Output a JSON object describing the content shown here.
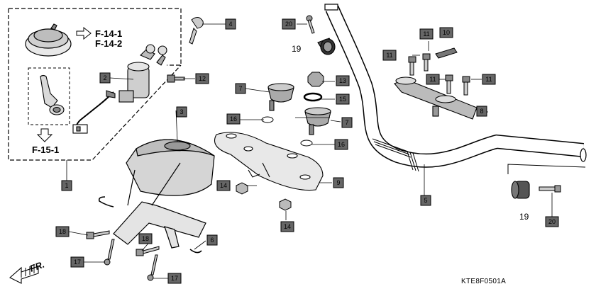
{
  "diagram": {
    "callouts": {
      "c1": "1",
      "c2": "2",
      "c3": "3",
      "c4": "4",
      "c5": "5",
      "c6": "6",
      "c7a": "7",
      "c7b": "7",
      "c8": "8",
      "c9": "9",
      "c10": "10",
      "c11a": "11",
      "c11b": "11",
      "c11c": "11",
      "c11d": "11",
      "c12": "12",
      "c13": "13",
      "c14a": "14",
      "c14b": "14",
      "c15": "15",
      "c16a": "16",
      "c16b": "16",
      "c17a": "17",
      "c17b": "17",
      "c18a": "18",
      "c18b": "18",
      "c20a": "20",
      "c20b": "20"
    },
    "plain_labels": {
      "p19a": "19",
      "p19b": "19"
    },
    "references": {
      "r1": "F-14-1",
      "r2": "F-14-2",
      "r3": "F-15-1"
    },
    "front_label": "FR.",
    "figure_code": "KTE8F0501A"
  }
}
